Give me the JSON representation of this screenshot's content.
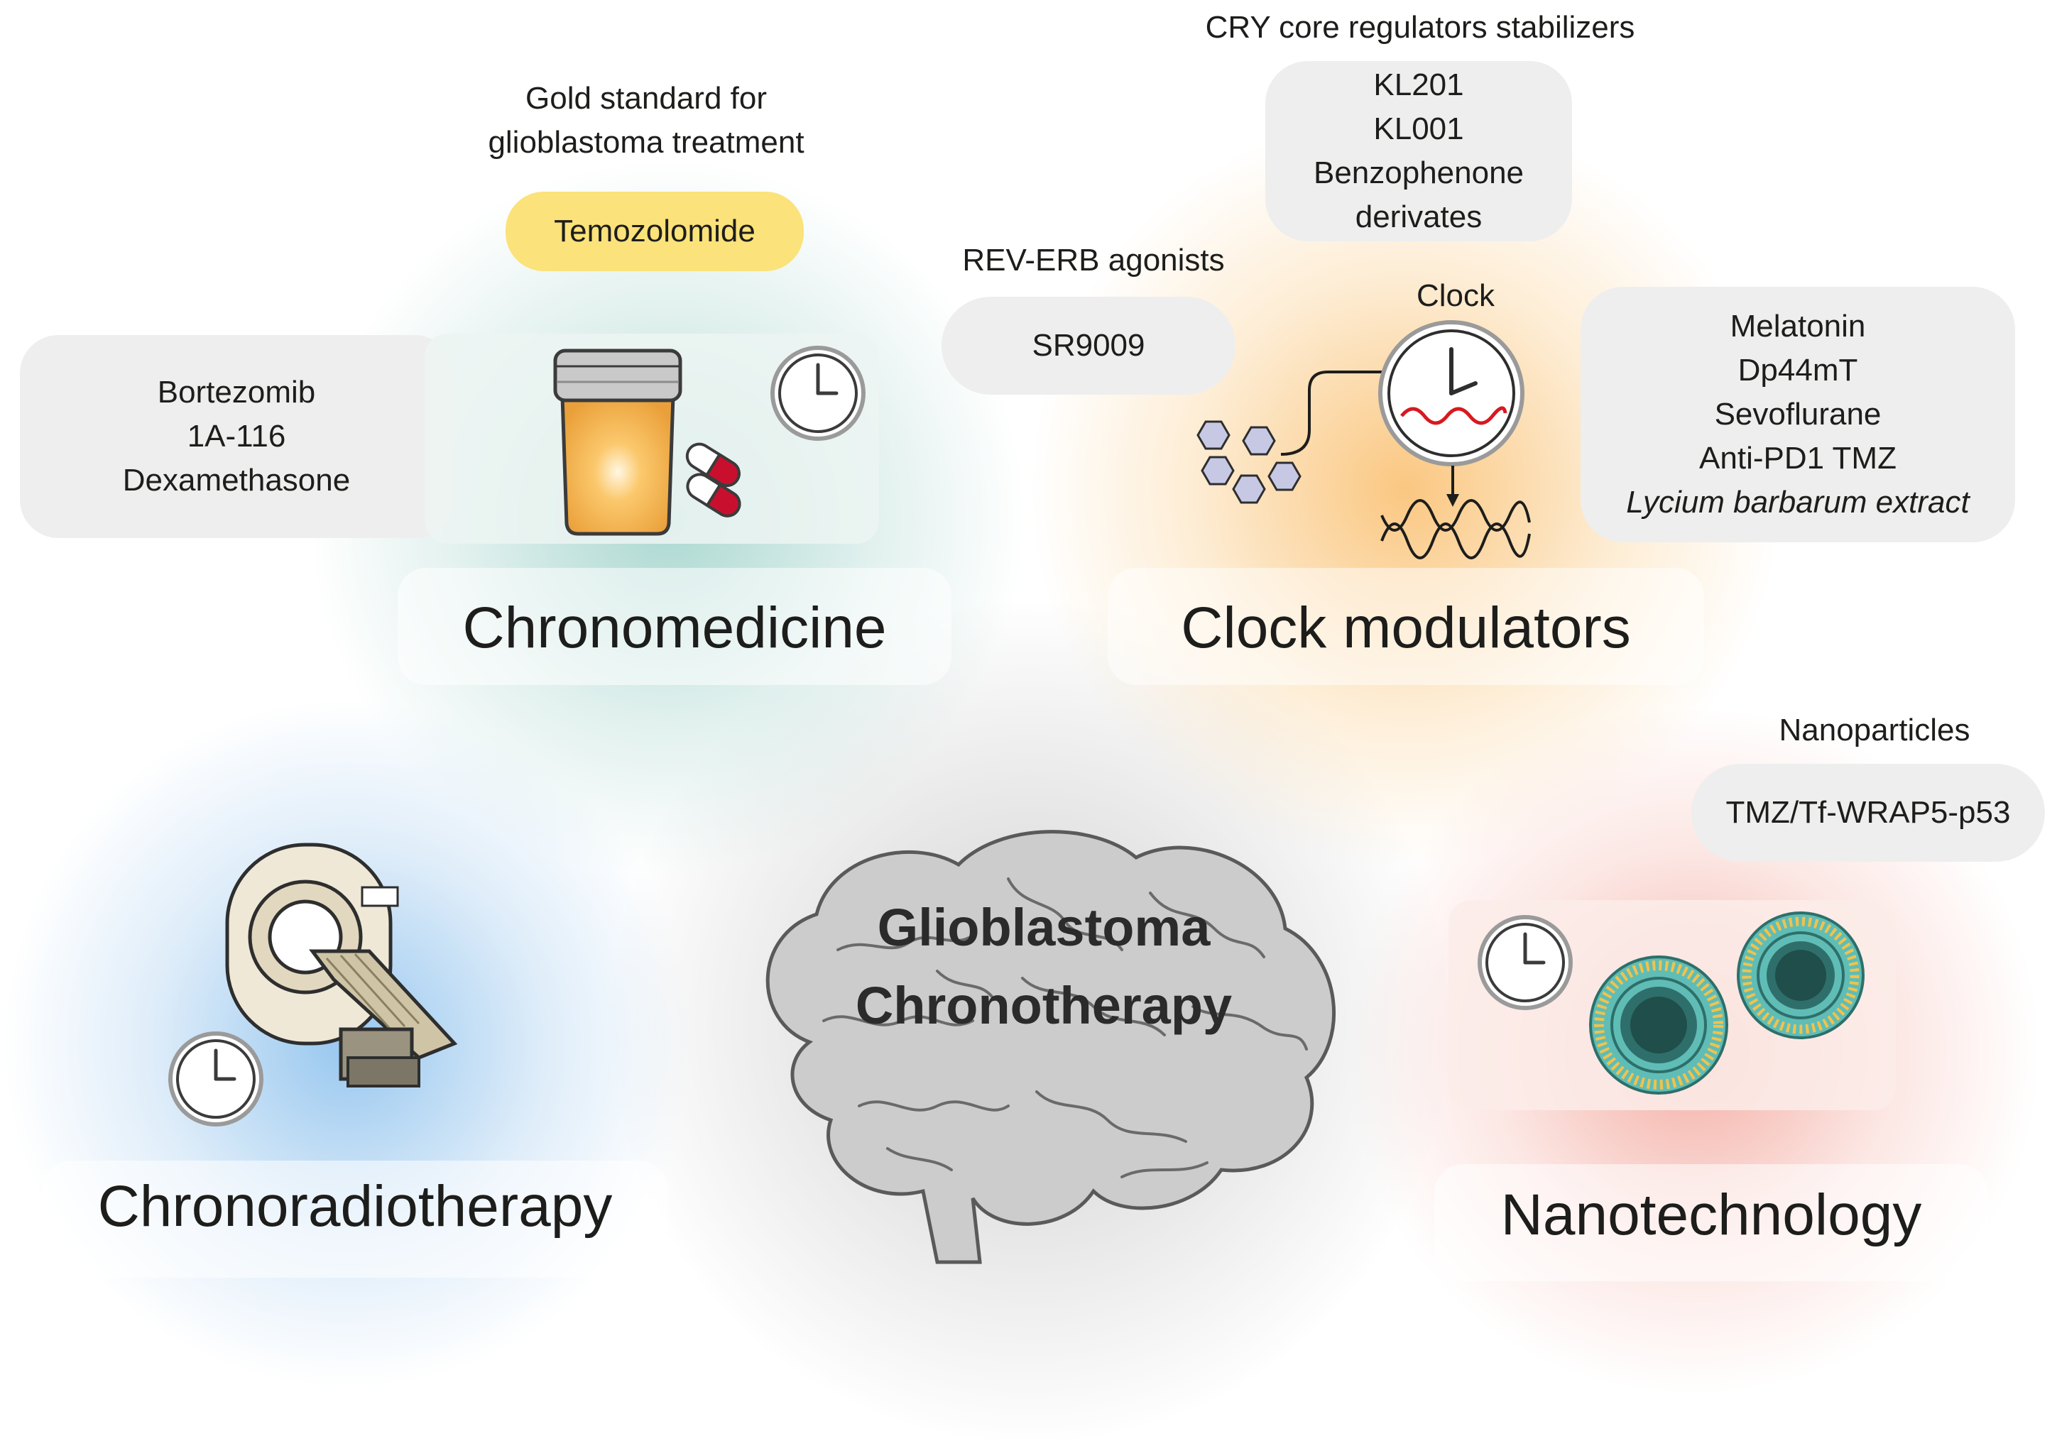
{
  "center": {
    "line1": "Glioblastoma",
    "line2": "Chronotherapy"
  },
  "chronomedicine": {
    "title": "Chronomedicine",
    "gold_standard_caption": [
      "Gold standard for",
      "glioblastoma treatment"
    ],
    "gold_standard_drug": "Temozolomide",
    "other_drugs": [
      "Bortezomib",
      "1A-116",
      "Dexamethasone"
    ],
    "icons": [
      "pill-jar-icon",
      "capsule-icon",
      "clock-icon"
    ]
  },
  "clock_modulators": {
    "title": "Clock modulators",
    "cry_caption": "CRY core regulators stabilizers",
    "cry_drugs": [
      "KL201",
      "KL001",
      "Benzophenone",
      "derivates"
    ],
    "rev_erb_caption": "REV-ERB agonists",
    "rev_erb_drug": "SR9009",
    "clock_label": "Clock",
    "other_drugs": [
      "Melatonin",
      "Dp44mT",
      "Sevoflurane",
      "Anti-PD1 TMZ",
      "Lycium barbarum extract"
    ],
    "icons": [
      "molecule-hexagons-icon",
      "clock-icon",
      "dna-helix-icon"
    ]
  },
  "nanotechnology": {
    "title": "Nanotechnology",
    "caption": "Nanoparticles",
    "drug": "TMZ/Tf-WRAP5-p53",
    "icons": [
      "clock-icon",
      "liposome-icon"
    ]
  },
  "chronoradiotherapy": {
    "title": "Chronoradiotherapy",
    "icons": [
      "radiotherapy-machine-icon",
      "clock-icon"
    ]
  },
  "colors": {
    "chronomedicine_glow": "#bfe0dc",
    "clock_modulators_glow": "#fbd49a",
    "chronoradiotherapy_glow": "#a9d0f0",
    "nanotechnology_glow": "#f6b9b0",
    "temozolomide_pill": "#fbe27a",
    "pill_gray": "#eeeeee",
    "dna_red": "#d71920"
  }
}
